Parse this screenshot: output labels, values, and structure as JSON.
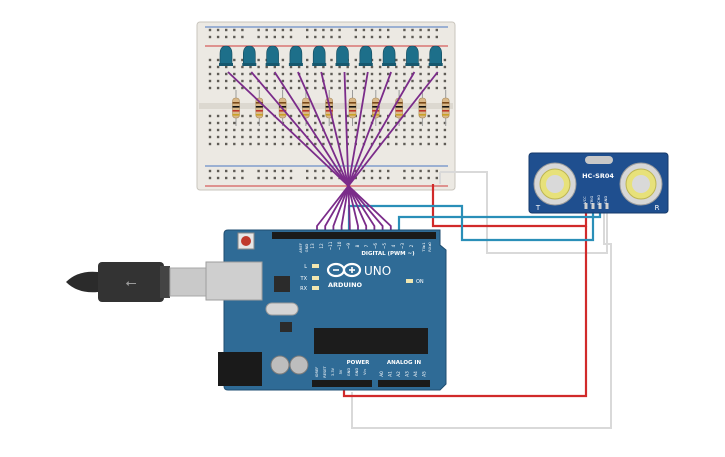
{
  "arduino": {
    "brand": "ARDUINO",
    "model": "UNO",
    "digital_header": "DIGITAL (PWM ~)",
    "power_header": "POWER",
    "analog_header": "ANALOG IN",
    "led_labels": [
      "L",
      "TX",
      "RX"
    ],
    "on_label": "ON",
    "aref_label": "AREF",
    "gnd_label": "GND",
    "tx_pin_label": "TX▸1",
    "rx_pin_label": "RX◂0",
    "digital_pins": [
      "13",
      "12",
      "~11",
      "~10",
      "~9",
      "8",
      "7",
      "~6",
      "~5",
      "4",
      "~3",
      "2"
    ],
    "power_pins": [
      "IOREF",
      "RESET",
      "3.3V",
      "5V",
      "GND",
      "GND",
      "Vin"
    ],
    "analog_pins": [
      "A0",
      "A1",
      "A2",
      "A3",
      "A4",
      "A5"
    ]
  },
  "sensor": {
    "model": "HC-SR04",
    "pins": [
      "VCC",
      "TRIG",
      "ECHO",
      "GND"
    ],
    "left_mark": "T",
    "right_mark": "R"
  },
  "breadboard": {
    "columns": 10
  },
  "colors": {
    "board": "#2f6b96",
    "board_dark": "#1f4d70",
    "wire_purple": "#7b2c8a",
    "wire_teal": "#2a8fb8",
    "wire_red": "#d12a2a",
    "wire_white": "#d9d9d9",
    "led": "#1d6f8a",
    "sensor_board": "#1f4f8f"
  }
}
